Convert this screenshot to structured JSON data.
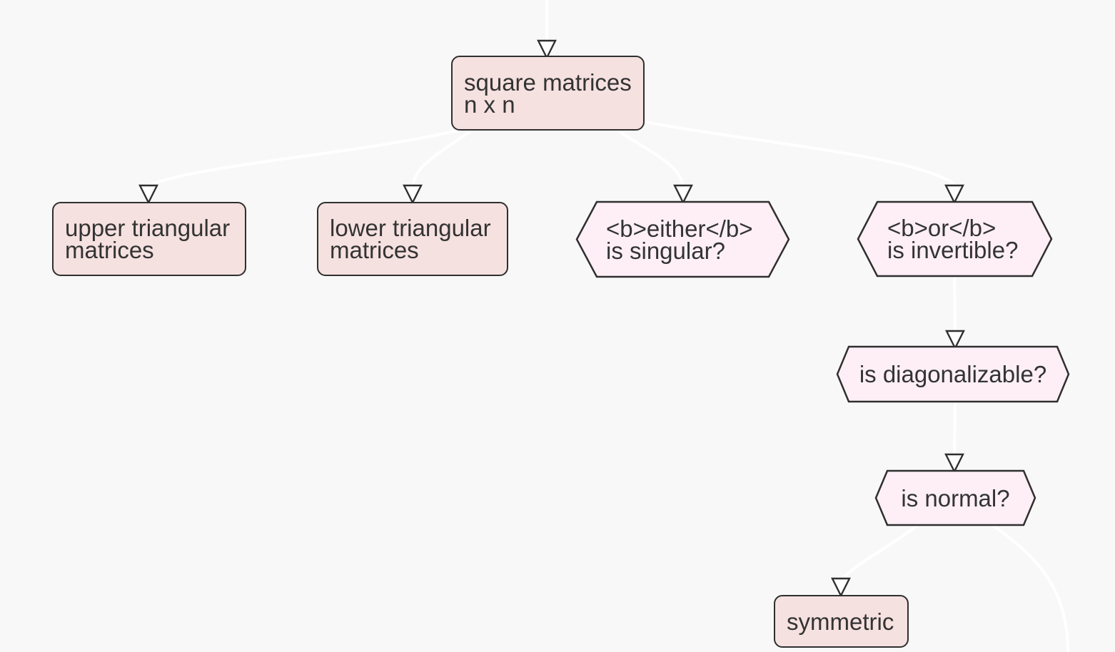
{
  "diagram": {
    "type": "mindmap",
    "marker_icon": "hollow-triangle-down"
  },
  "colors": {
    "background": "#f9f8f8",
    "rect_fill": "#f5e1e0",
    "hex_fill": "#fdeff5",
    "border": "#2f2f2f",
    "text": "#333333",
    "edge": "#ffffff"
  },
  "nodes": {
    "root": {
      "line1": "square matrices",
      "line2": "n x n"
    },
    "upper_triangular": {
      "line1": "upper triangular",
      "line2": "matrices"
    },
    "lower_triangular": {
      "line1": "lower triangular",
      "line2": "matrices"
    },
    "either_singular": {
      "line1": "<b>either</b>",
      "line2": "is singular?"
    },
    "or_invertible": {
      "line1": "<b>or</b>",
      "line2": "is invertible?"
    },
    "is_diagonalizable": {
      "line1": "is diagonalizable?"
    },
    "is_normal": {
      "line1": "is normal?"
    },
    "symmetric": {
      "line1": "symmetric"
    }
  }
}
